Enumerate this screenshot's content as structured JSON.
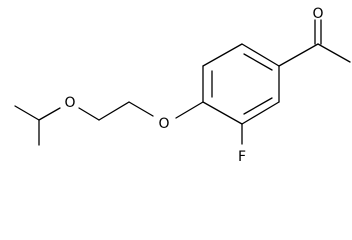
{
  "diagram": {
    "type": "chemical-structure",
    "atoms": {
      "carbonyl_oxygen": "O",
      "ether_oxygen_left": "O",
      "ether_oxygen_ring": "O",
      "fluorine": "F"
    },
    "colors": {
      "bond": "#000000",
      "label": "#000000",
      "background": "#ffffff"
    }
  }
}
